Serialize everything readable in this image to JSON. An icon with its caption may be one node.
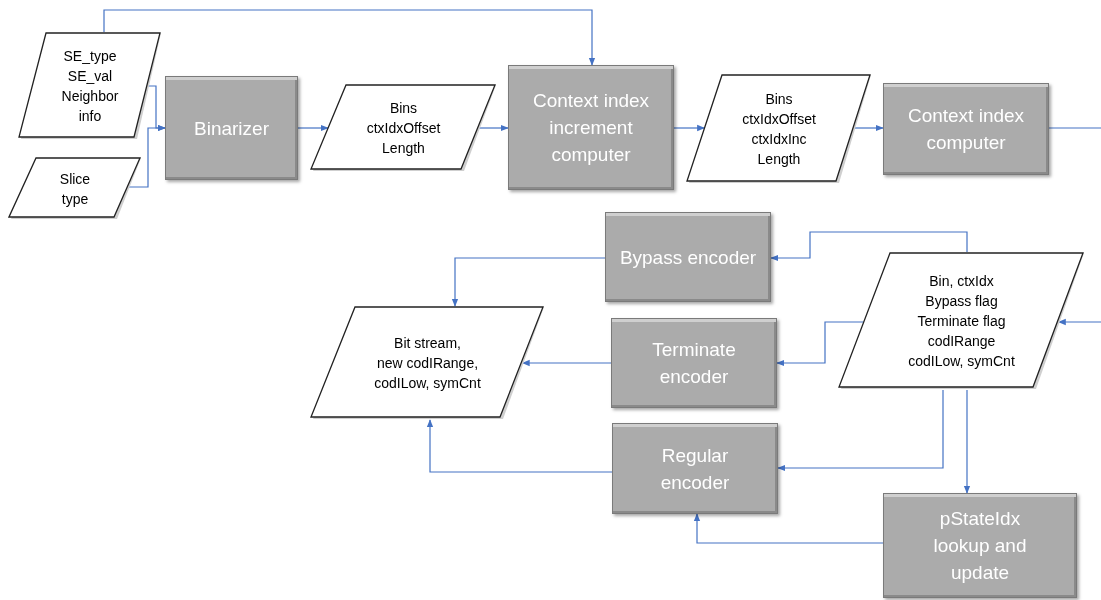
{
  "diagram": {
    "nodes": [
      {
        "text": [
          "SE_type",
          "SE_val",
          "Neighbor info"
        ]
      },
      {
        "text": [
          "Slice type"
        ]
      },
      {
        "text": [
          "Binarizer"
        ]
      },
      {
        "text": [
          "Bins",
          "ctxIdxOffset",
          "Length"
        ]
      },
      {
        "text": [
          "Context index increment computer"
        ]
      },
      {
        "text": [
          "Bins",
          "ctxIdxOffset",
          "ctxIdxInc",
          "Length"
        ]
      },
      {
        "text": [
          "Context index computer"
        ]
      },
      {
        "text": [
          "Bypass encoder"
        ]
      },
      {
        "text": [
          "Bit stream,",
          "new codIRange,",
          "codILow, symCnt"
        ]
      },
      {
        "text": [
          "Terminate encoder"
        ]
      },
      {
        "text": [
          "Bin, ctxIdx",
          "Bypass flag",
          "Terminate flag",
          "codIRange",
          "codILow, symCnt"
        ]
      },
      {
        "text": [
          "Regular encoder"
        ]
      },
      {
        "text": [
          "pStateIdx lookup and update"
        ]
      }
    ],
    "edges": [
      {
        "from": 0,
        "to": 2,
        "arrow": "to"
      },
      {
        "from": 1,
        "to": 2,
        "arrow": "to"
      },
      {
        "from": 0,
        "to": 4,
        "arrow": "to"
      },
      {
        "from": 2,
        "to": 3,
        "arrow": "to"
      },
      {
        "from": 3,
        "to": 4,
        "arrow": "to"
      },
      {
        "from": 4,
        "to": 5,
        "arrow": "to"
      },
      {
        "from": 5,
        "to": 6,
        "arrow": "to"
      },
      {
        "from": 6,
        "to": null,
        "arrow": "none"
      },
      {
        "from": null,
        "to": 10,
        "arrow": "to"
      },
      {
        "from": 10,
        "to": 7,
        "arrow": "to"
      },
      {
        "from": 10,
        "to": 9,
        "arrow": "to"
      },
      {
        "from": 10,
        "to": 11,
        "arrow": "to"
      },
      {
        "from": 10,
        "to": 12,
        "arrow": "to"
      },
      {
        "from": 7,
        "to": 8,
        "arrow": "to"
      },
      {
        "from": 9,
        "to": 8,
        "arrow": "to"
      },
      {
        "from": 11,
        "to": 8,
        "arrow": "to"
      },
      {
        "from": 12,
        "to": 11,
        "arrow": "to"
      }
    ]
  }
}
